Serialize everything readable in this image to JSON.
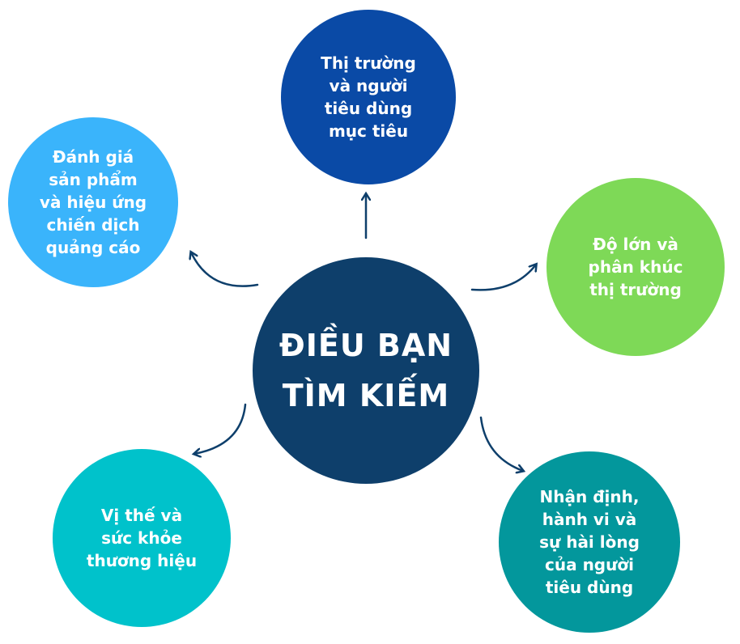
{
  "center": {
    "label": "ĐIỀU BẠN\nTÌM KIẾM",
    "color": "#0e3f6b"
  },
  "nodes": [
    {
      "id": "top",
      "label": "Thị trường\nvà người\ntiêu dùng\nmục tiêu",
      "color": "#0a4aa6"
    },
    {
      "id": "right",
      "label": "Độ lớn và\nphân khúc\nthị trường",
      "color": "#7ed957"
    },
    {
      "id": "br",
      "label": "Nhận định,\nhành vi và\nsự hài lòng\ncủa người\ntiêu dùng",
      "color": "#03979c"
    },
    {
      "id": "bl",
      "label": "Vị thế và\nsức khỏe\nthương hiệu",
      "color": "#00c2cb"
    },
    {
      "id": "left",
      "label": "Đánh giá\nsản phẩm\nvà hiệu ứng\nchiến dịch\nquảng cáo",
      "color": "#3ab4fb"
    }
  ],
  "arrow_color": "#0e3f6b"
}
